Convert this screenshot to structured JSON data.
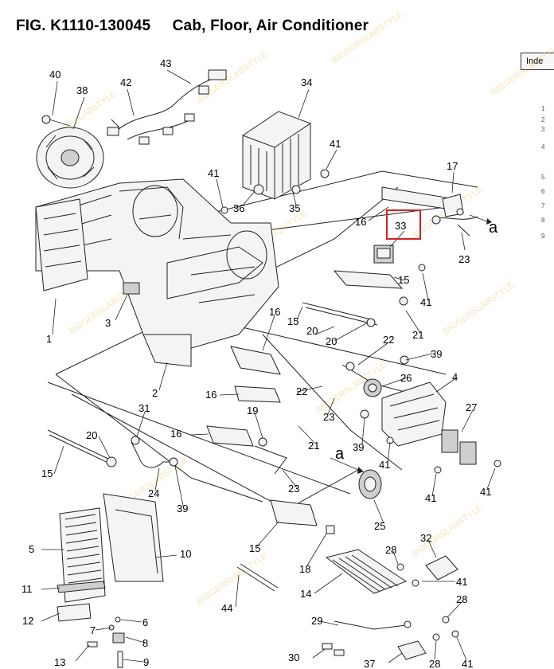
{
  "figure": {
    "title": "FIG. K1110-130045     Cab, Floor, Air Conditioner",
    "index_tab": "Inde",
    "highlight_callout": "33",
    "highlight_color": "#d42020"
  },
  "index_strip": [
    "1",
    "2",
    "3",
    "4",
    "5",
    "6",
    "7",
    "8",
    "9"
  ],
  "callouts": [
    "40",
    "38",
    "42",
    "43",
    "34",
    "41",
    "41",
    "36",
    "35",
    "17",
    "16",
    "33",
    "a",
    "23",
    "15",
    "41",
    "1",
    "3",
    "16",
    "15",
    "21",
    "20",
    "20",
    "22",
    "39",
    "26",
    "4",
    "2",
    "16",
    "22",
    "23",
    "27",
    "31",
    "19",
    "20",
    "16",
    "21",
    "39",
    "41",
    "15",
    "24",
    "39",
    "a",
    "23",
    "41",
    "41",
    "25",
    "32",
    "5",
    "10",
    "15",
    "28",
    "18",
    "14",
    "41",
    "11",
    "44",
    "28",
    "12",
    "6",
    "7",
    "8",
    "29",
    "13",
    "9",
    "30",
    "37",
    "28",
    "41"
  ],
  "watermark": "BIGGERSLABSTYLE"
}
